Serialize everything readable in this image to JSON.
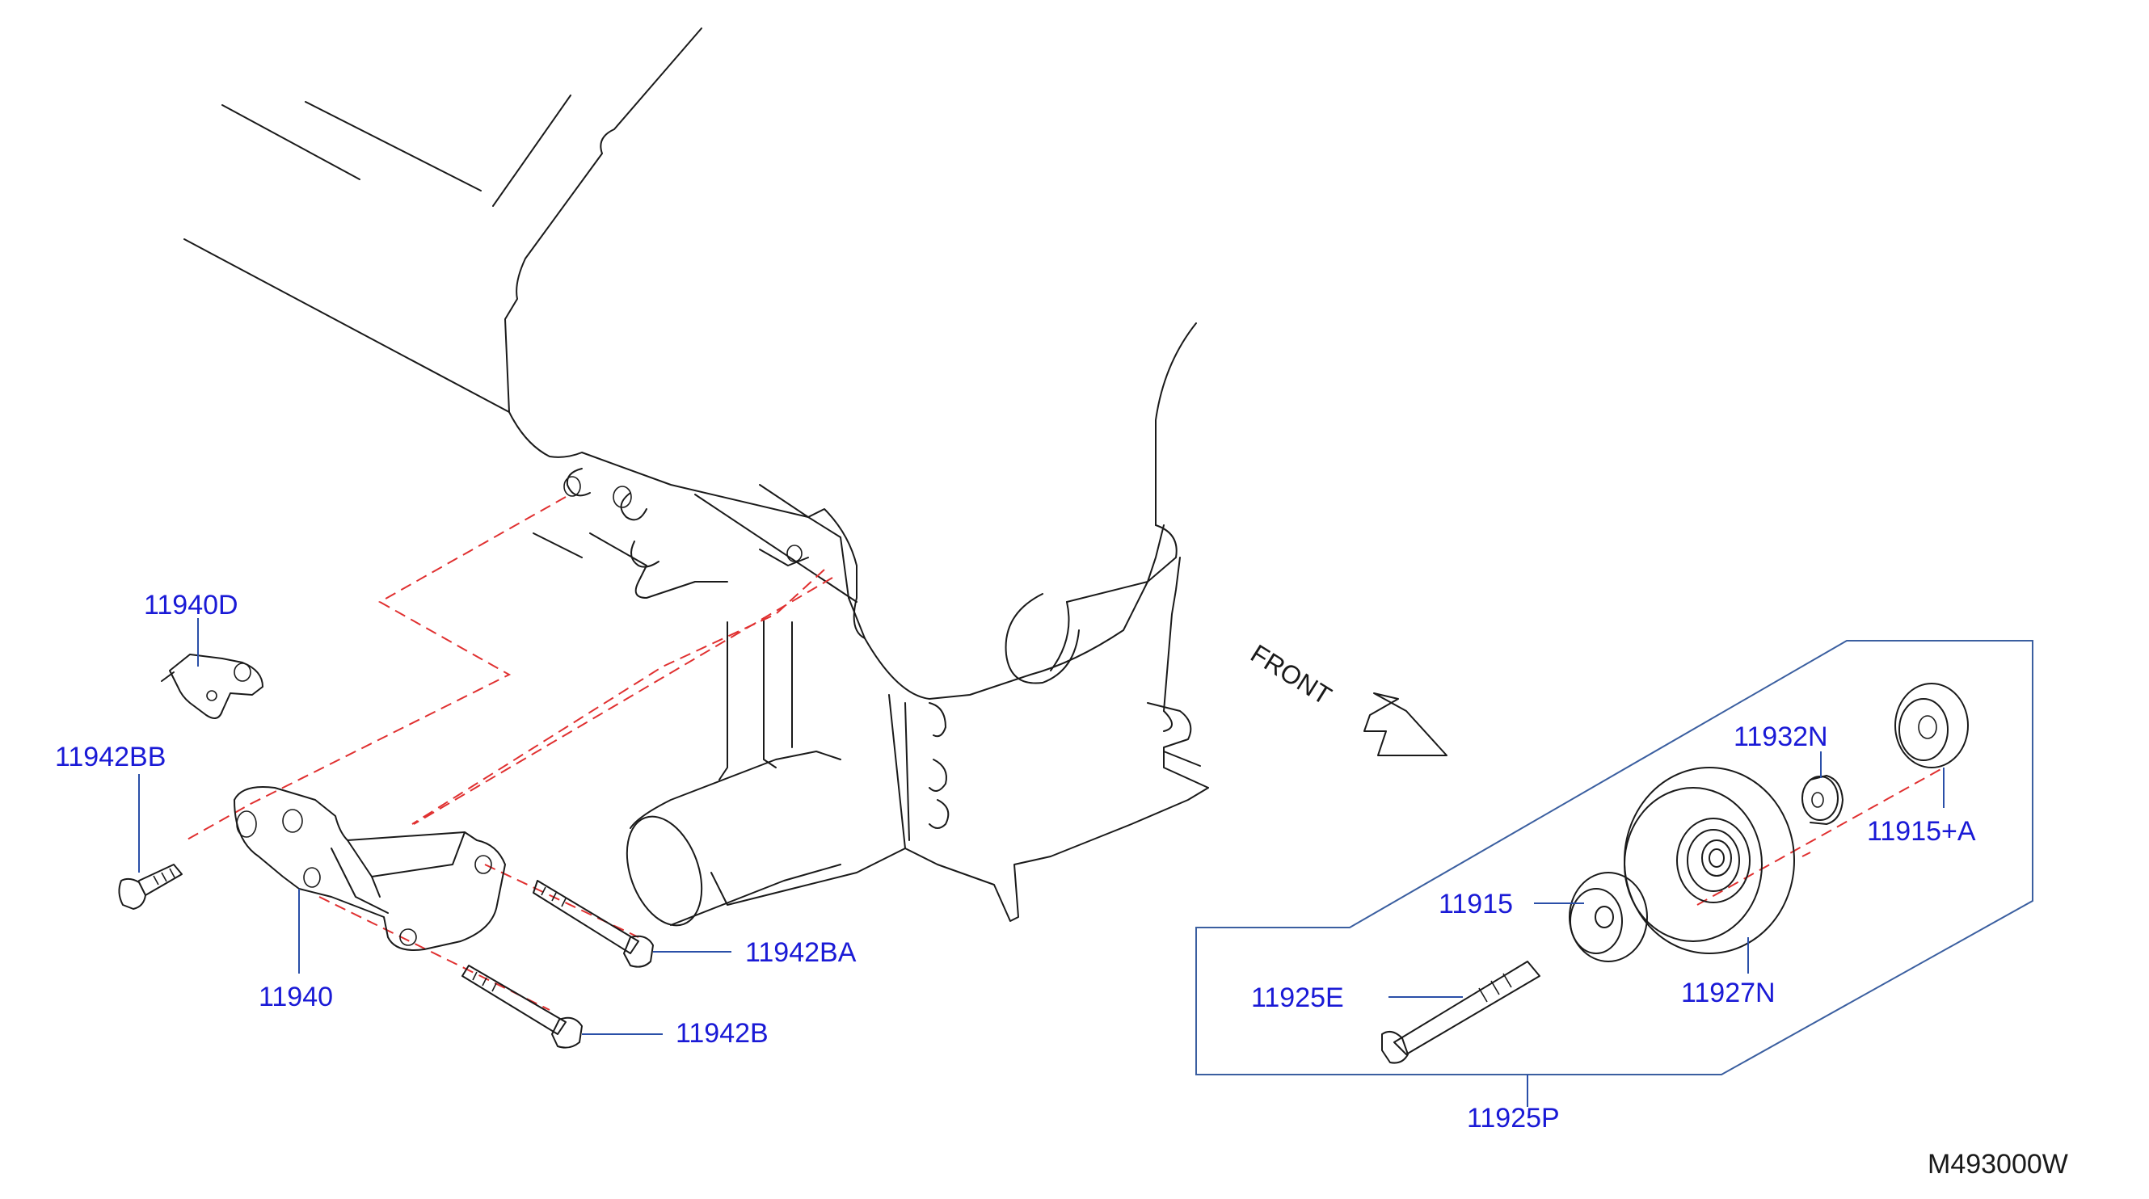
{
  "parts": {
    "p11940D": "11940D",
    "p11942BB": "11942BB",
    "p11940": "11940",
    "p11942BA": "11942BA",
    "p11942B": "11942B",
    "p11932N": "11932N",
    "p11915A": "11915+A",
    "p11915": "11915",
    "p11927N": "11927N",
    "p11925E": "11925E",
    "p11925P": "11925P"
  },
  "direction_label": "FRONT",
  "diagram_ref": "M493000W",
  "colors": {
    "part_label": "#1a1ad6",
    "callout_line": "#2a4fa8",
    "kit_box": "#3b5fa0",
    "alignment_dash": "#e03030",
    "outline": "#1a1a1a"
  }
}
